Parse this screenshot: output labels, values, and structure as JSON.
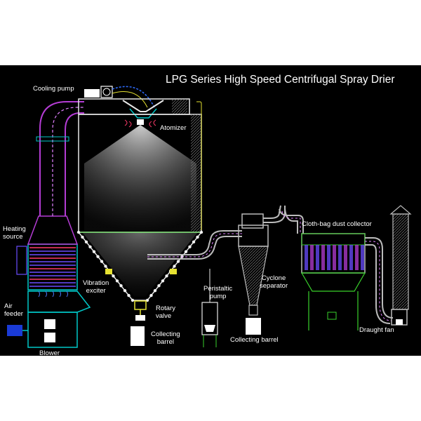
{
  "title": "LPG Series High Speed Centrifugal Spray Drier",
  "labels": {
    "cooling_pump": "Cooling pump",
    "atomizer": "Atomizer",
    "heating_source": "Heating\nsource",
    "vibration_exciter": "Vibration\nexciter",
    "rotary_valve": "Rotary\nvalve",
    "collecting_barrel_1": "Collecting\nbarrel",
    "air_feeder": "Air\nfeeder",
    "blower": "Blower",
    "peristaltic_pump": "Peristaltic\npump",
    "cyclone_separator": "Cyclone\nseparator",
    "collecting_barrel_2": "Collecting barrel",
    "cloth_bag_dust_collector": "Cloth-bag dust collector",
    "draught_fan": "Draught fan"
  },
  "colors": {
    "background": "#000000",
    "duct": "#b43cd4",
    "duct_dash": "#e080ff",
    "frame": "#00c8c8",
    "chamber": "#e8e8e8",
    "green": "#39d12b",
    "yellow": "#e6e232",
    "heater": "#6a4cff",
    "heater_red": "#ff3b6b",
    "cooling_line": "#2f6dff",
    "spray": "#bdbdbd"
  }
}
